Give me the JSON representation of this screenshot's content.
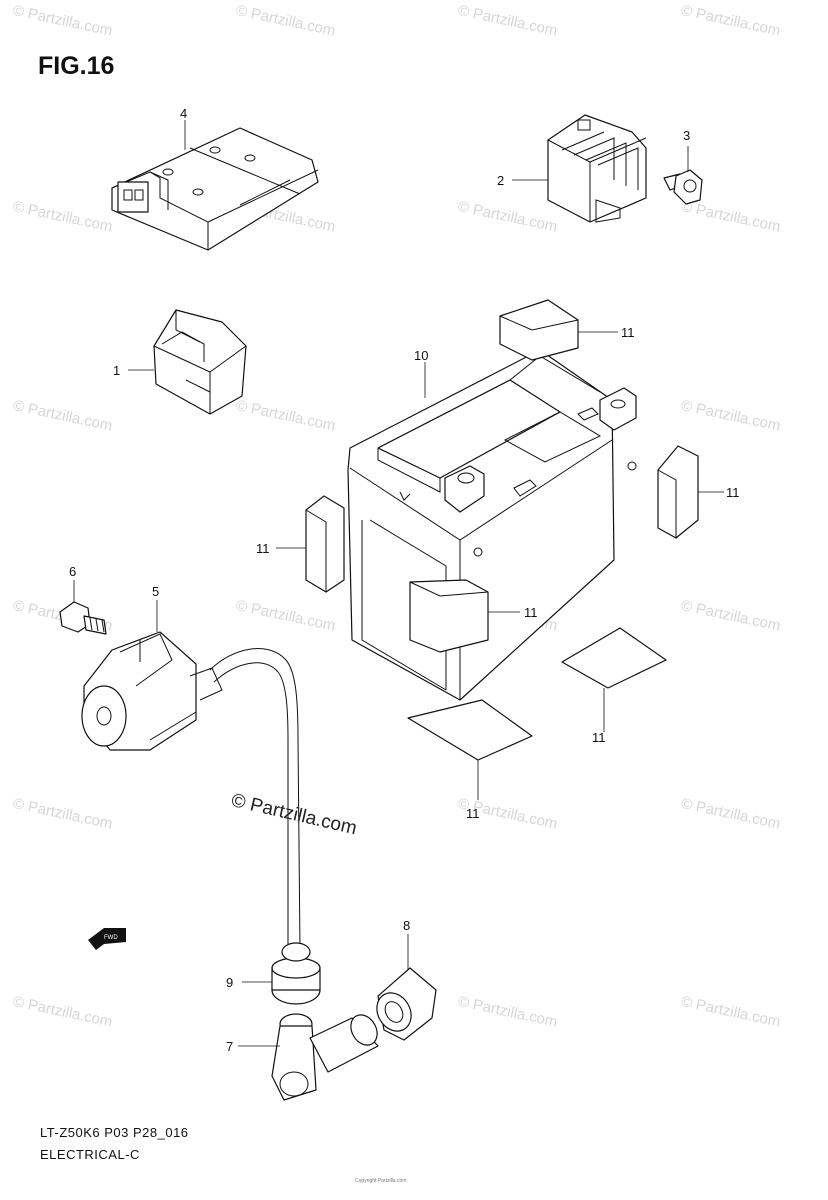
{
  "figure": {
    "title": "FIG.16"
  },
  "footer": {
    "code": "LT-Z50K6 P03 P28_016",
    "section": "ELECTRICAL-C"
  },
  "watermark": {
    "text": "© Partzilla.com"
  },
  "copyright_text": "Copyright Partzilla.com",
  "callouts": [
    "1",
    "2",
    "3",
    "4",
    "5",
    "6",
    "7",
    "8",
    "9",
    "10",
    "11"
  ],
  "fwd_label": "FWD"
}
